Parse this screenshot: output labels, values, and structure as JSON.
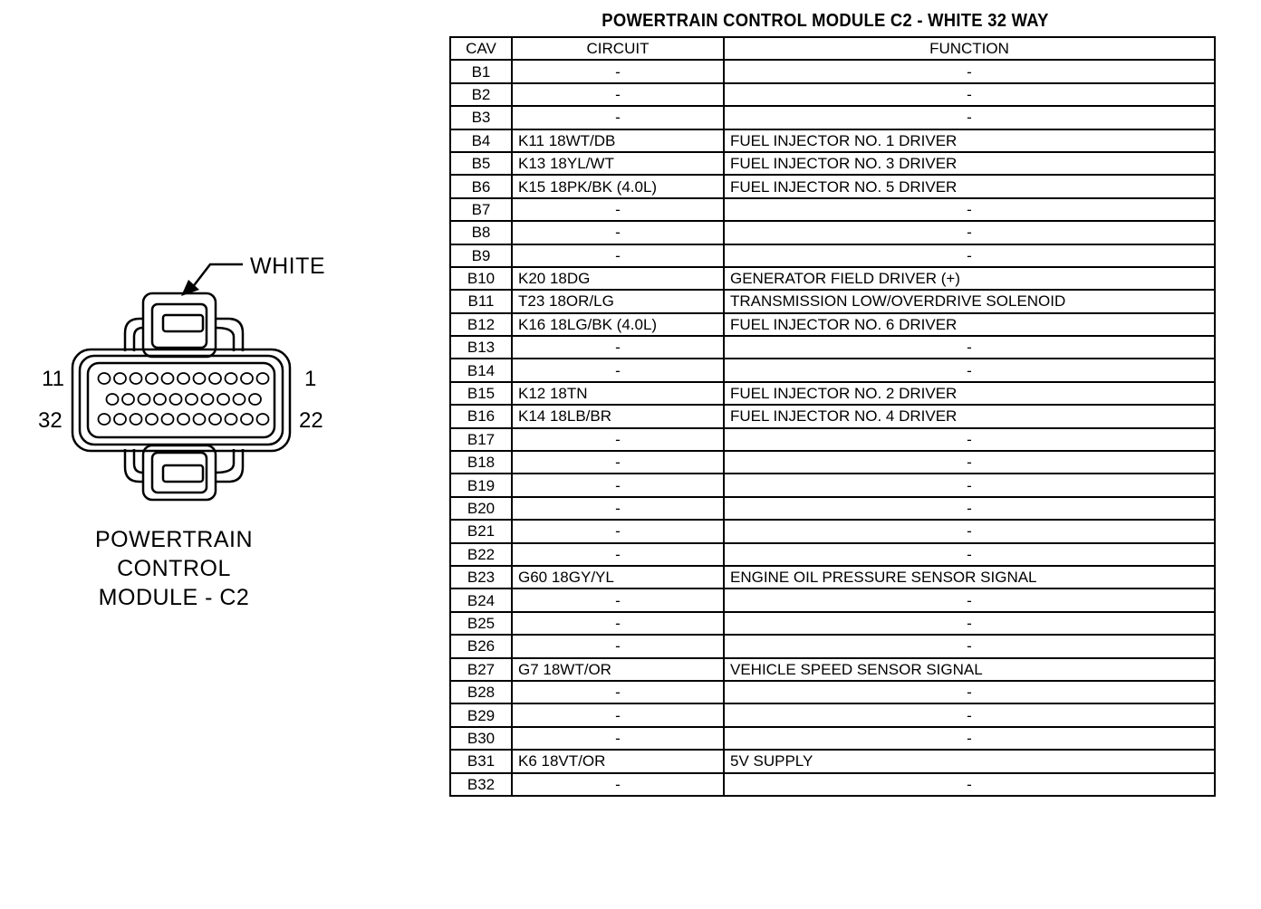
{
  "diagram": {
    "connector_color_label": "WHITE",
    "pin_labels": {
      "top_left": "11",
      "top_right": "1",
      "bottom_left": "32",
      "bottom_right": "22"
    },
    "caption_lines": [
      "POWERTRAIN",
      "CONTROL",
      "MODULE - C2"
    ]
  },
  "table": {
    "title": "POWERTRAIN CONTROL MODULE C2 - WHITE 32 WAY",
    "headers": {
      "cav": "CAV",
      "circuit": "CIRCUIT",
      "function": "FUNCTION"
    },
    "rows": [
      {
        "cav": "B1",
        "circuit": "-",
        "function": "-"
      },
      {
        "cav": "B2",
        "circuit": "-",
        "function": "-"
      },
      {
        "cav": "B3",
        "circuit": "-",
        "function": "-"
      },
      {
        "cav": "B4",
        "circuit": "K11 18WT/DB",
        "function": "FUEL INJECTOR NO. 1 DRIVER"
      },
      {
        "cav": "B5",
        "circuit": "K13 18YL/WT",
        "function": "FUEL INJECTOR NO. 3 DRIVER"
      },
      {
        "cav": "B6",
        "circuit": "K15 18PK/BK (4.0L)",
        "function": "FUEL INJECTOR NO. 5 DRIVER"
      },
      {
        "cav": "B7",
        "circuit": "-",
        "function": "-"
      },
      {
        "cav": "B8",
        "circuit": "-",
        "function": "-"
      },
      {
        "cav": "B9",
        "circuit": "-",
        "function": "-"
      },
      {
        "cav": "B10",
        "circuit": "K20 18DG",
        "function": "GENERATOR FIELD DRIVER (+)"
      },
      {
        "cav": "B11",
        "circuit": "T23 18OR/LG",
        "function": "TRANSMISSION LOW/OVERDRIVE SOLENOID"
      },
      {
        "cav": "B12",
        "circuit": "K16 18LG/BK (4.0L)",
        "function": "FUEL INJECTOR NO. 6 DRIVER"
      },
      {
        "cav": "B13",
        "circuit": "-",
        "function": "-"
      },
      {
        "cav": "B14",
        "circuit": "-",
        "function": "-"
      },
      {
        "cav": "B15",
        "circuit": "K12 18TN",
        "function": "FUEL INJECTOR NO. 2 DRIVER"
      },
      {
        "cav": "B16",
        "circuit": "K14 18LB/BR",
        "function": "FUEL INJECTOR NO. 4 DRIVER"
      },
      {
        "cav": "B17",
        "circuit": "-",
        "function": "-"
      },
      {
        "cav": "B18",
        "circuit": "-",
        "function": "-"
      },
      {
        "cav": "B19",
        "circuit": "-",
        "function": "-"
      },
      {
        "cav": "B20",
        "circuit": "-",
        "function": "-"
      },
      {
        "cav": "B21",
        "circuit": "-",
        "function": "-"
      },
      {
        "cav": "B22",
        "circuit": "-",
        "function": "-"
      },
      {
        "cav": "B23",
        "circuit": "G60 18GY/YL",
        "function": "ENGINE OIL PRESSURE SENSOR SIGNAL"
      },
      {
        "cav": "B24",
        "circuit": "-",
        "function": "-"
      },
      {
        "cav": "B25",
        "circuit": "-",
        "function": "-"
      },
      {
        "cav": "B26",
        "circuit": "-",
        "function": "-"
      },
      {
        "cav": "B27",
        "circuit": "G7 18WT/OR",
        "function": "VEHICLE SPEED SENSOR SIGNAL"
      },
      {
        "cav": "B28",
        "circuit": "-",
        "function": "-"
      },
      {
        "cav": "B29",
        "circuit": "-",
        "function": "-"
      },
      {
        "cav": "B30",
        "circuit": "-",
        "function": "-"
      },
      {
        "cav": "B31",
        "circuit": "K6 18VT/OR",
        "function": "5V SUPPLY"
      },
      {
        "cav": "B32",
        "circuit": "-",
        "function": "-"
      }
    ]
  }
}
